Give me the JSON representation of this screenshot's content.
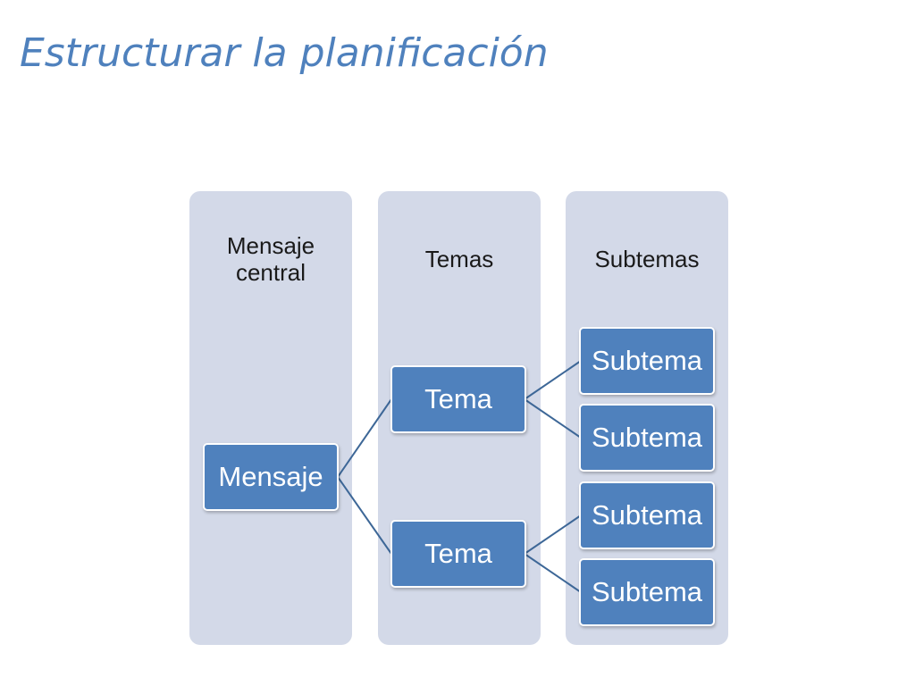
{
  "slide": {
    "title": "Estructurar la planificación"
  },
  "diagram": {
    "columns": [
      {
        "header": "Mensaje\ncentral"
      },
      {
        "header": "Temas"
      },
      {
        "header": "Subtemas"
      }
    ],
    "nodes": {
      "mensaje": "Mensaje",
      "temas": [
        "Tema",
        "Tema"
      ],
      "subtemas": [
        "Subtema",
        "Subtema",
        "Subtema",
        "Subtema"
      ]
    },
    "colors": {
      "node_fill": "#4f81bd",
      "column_fill": "#d3d9e8",
      "connector": "#3d6797",
      "title": "#4f81bd"
    }
  }
}
